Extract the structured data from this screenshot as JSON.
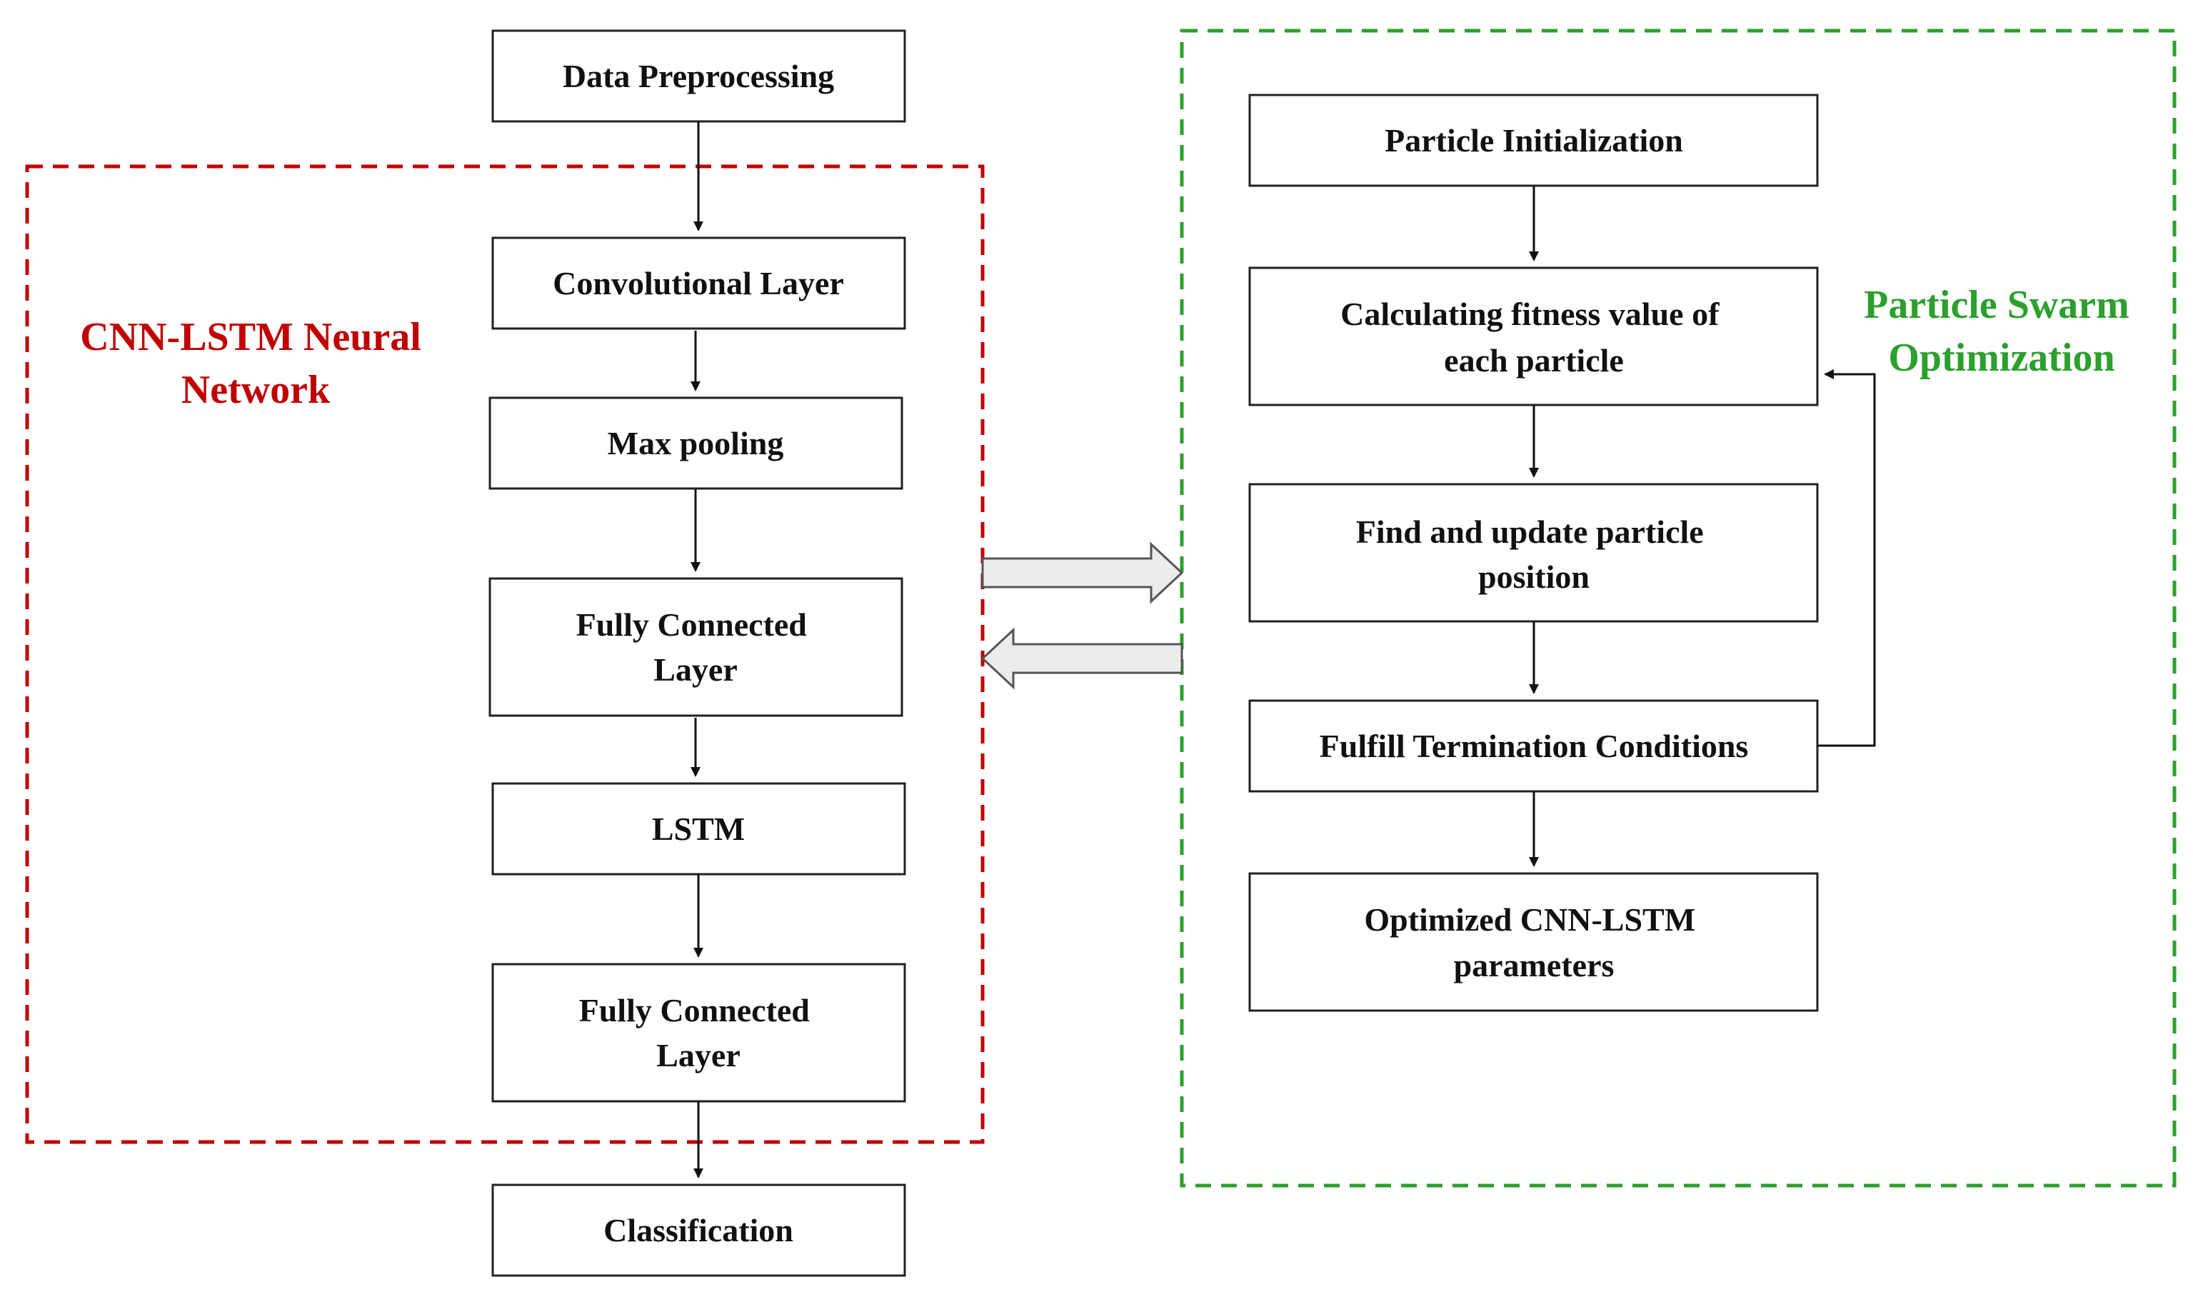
{
  "colors": {
    "cnn_group": "#c00000",
    "pso_group": "#2ca02c",
    "box_border": "#222222",
    "arrow": "#111111",
    "exchange_arrow_fill": "#ececec",
    "exchange_arrow_stroke": "#555555"
  },
  "groups": {
    "cnn_lstm": {
      "label_lines": [
        "CNN-LSTM Neural",
        "Network"
      ]
    },
    "pso": {
      "label_lines": [
        "Particle Swarm",
        "Optimization"
      ]
    }
  },
  "cnn_pipeline": {
    "boxes": [
      {
        "id": "data-preprocessing",
        "lines": [
          "Data Preprocessing"
        ]
      },
      {
        "id": "convolutional-layer",
        "lines": [
          "Convolutional Layer"
        ]
      },
      {
        "id": "max-pooling",
        "lines": [
          "Max pooling"
        ]
      },
      {
        "id": "fully-connected-layer-1",
        "lines": [
          "Fully Connected",
          "Layer"
        ]
      },
      {
        "id": "lstm",
        "lines": [
          "LSTM"
        ]
      },
      {
        "id": "fully-connected-layer-2",
        "lines": [
          "Fully Connected",
          "Layer"
        ]
      },
      {
        "id": "classification",
        "lines": [
          "Classification"
        ]
      }
    ]
  },
  "pso_pipeline": {
    "boxes": [
      {
        "id": "particle-initialization",
        "lines": [
          "Particle Initialization"
        ]
      },
      {
        "id": "calculating-fitness",
        "lines": [
          "Calculating fitness value of",
          "each particle"
        ]
      },
      {
        "id": "find-update-position",
        "lines": [
          "Find and update particle",
          "position"
        ]
      },
      {
        "id": "termination-conditions",
        "lines": [
          "Fulfill Termination Conditions"
        ]
      },
      {
        "id": "optimized-parameters",
        "lines": [
          "Optimized CNN-LSTM",
          "parameters"
        ]
      }
    ]
  }
}
